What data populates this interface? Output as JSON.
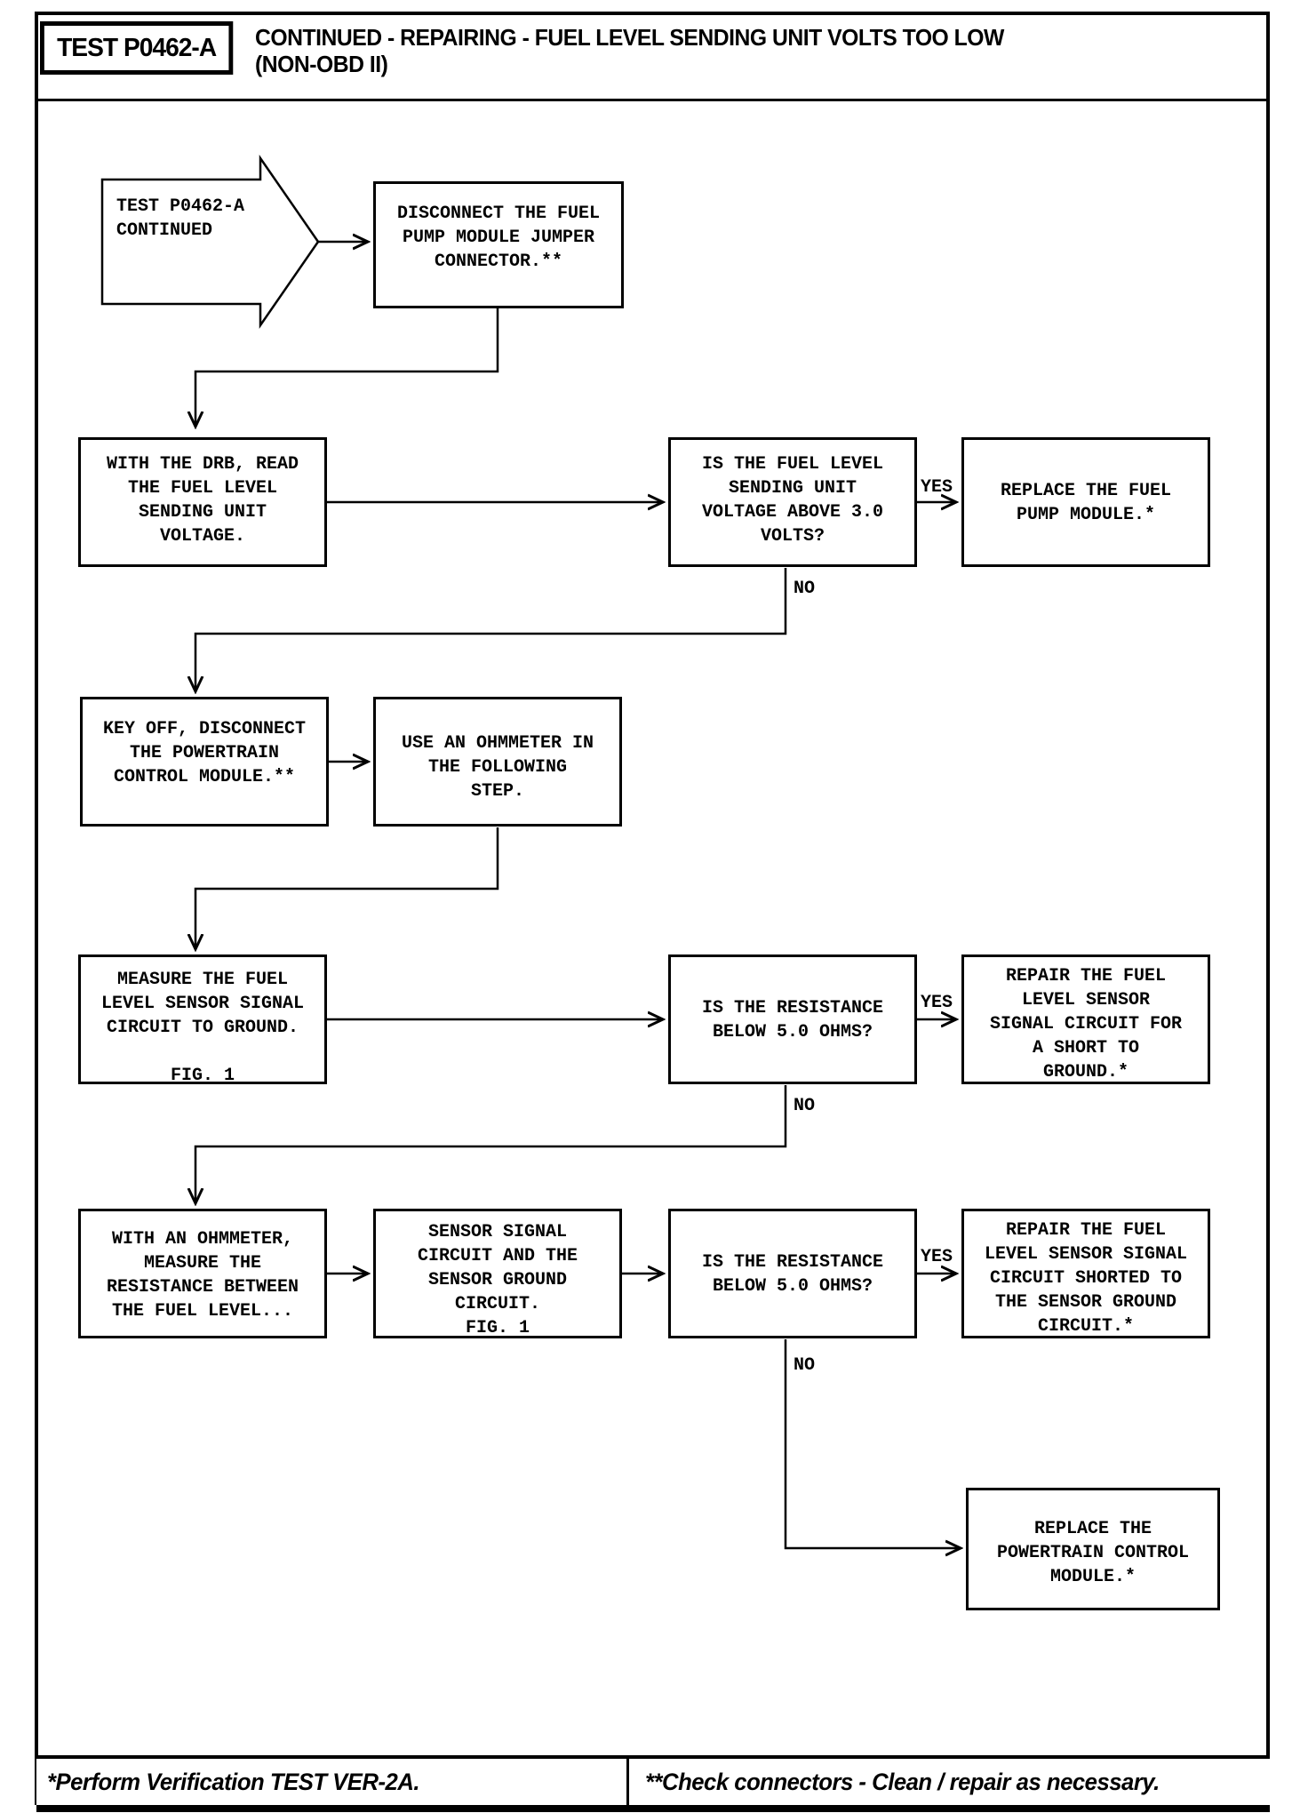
{
  "header": {
    "test_id": "TEST P0462-A",
    "title": "CONTINUED - REPAIRING - FUEL LEVEL SENDING UNIT VOLTS TOO LOW\n(NON-OBD II)"
  },
  "nodes": {
    "start": "TEST P0462-A\nCONTINUED",
    "disconnect_jumper": "DISCONNECT THE FUEL\nPUMP MODULE JUMPER\nCONNECTOR.**",
    "read_voltage": "WITH THE DRB, READ\nTHE FUEL LEVEL\nSENDING UNIT\nVOLTAGE.",
    "voltage_above_3": "IS THE FUEL LEVEL\nSENDING UNIT\nVOLTAGE ABOVE 3.0\nVOLTS?",
    "replace_fuel_pump": "REPLACE THE FUEL\nPUMP MODULE.*",
    "key_off_disconnect_pcm": "KEY OFF, DISCONNECT\nTHE POWERTRAIN\nCONTROL MODULE.**",
    "use_ohmmeter": "USE AN OHMMETER IN\nTHE FOLLOWING\nSTEP.",
    "measure_signal_to_ground": "MEASURE THE FUEL\nLEVEL SENSOR SIGNAL\nCIRCUIT TO GROUND.\n\nFIG. 1",
    "resistance_below_5_first": "IS THE RESISTANCE\nBELOW 5.0 OHMS?",
    "repair_short_to_ground": "REPAIR THE FUEL\nLEVEL SENSOR\nSIGNAL CIRCUIT FOR\nA SHORT TO\nGROUND.*",
    "measure_between": "WITH AN OHMMETER,\nMEASURE THE\nRESISTANCE BETWEEN\nTHE FUEL LEVEL...",
    "sensor_signal_and_ground": "SENSOR SIGNAL\nCIRCUIT AND THE\nSENSOR GROUND\nCIRCUIT.\nFIG. 1",
    "resistance_below_5_second": "IS THE RESISTANCE\nBELOW 5.0 OHMS?",
    "repair_shorted_to_sensor_ground": "REPAIR THE FUEL\nLEVEL SENSOR SIGNAL\nCIRCUIT SHORTED TO\nTHE SENSOR GROUND\nCIRCUIT.*",
    "replace_pcm": "REPLACE THE\nPOWERTRAIN CONTROL\nMODULE.*"
  },
  "branch_labels": {
    "voltage_yes": "YES",
    "voltage_no": "NO",
    "resistance1_yes": "YES",
    "resistance1_no": "NO",
    "resistance2_yes": "YES",
    "resistance2_no": "NO"
  },
  "footer": {
    "left_note": "*Perform Verification TEST VER-2A.",
    "right_note": "**Check connectors - Clean / repair as necessary."
  },
  "colors": {
    "ink": "#000000",
    "paper": "#ffffff"
  }
}
